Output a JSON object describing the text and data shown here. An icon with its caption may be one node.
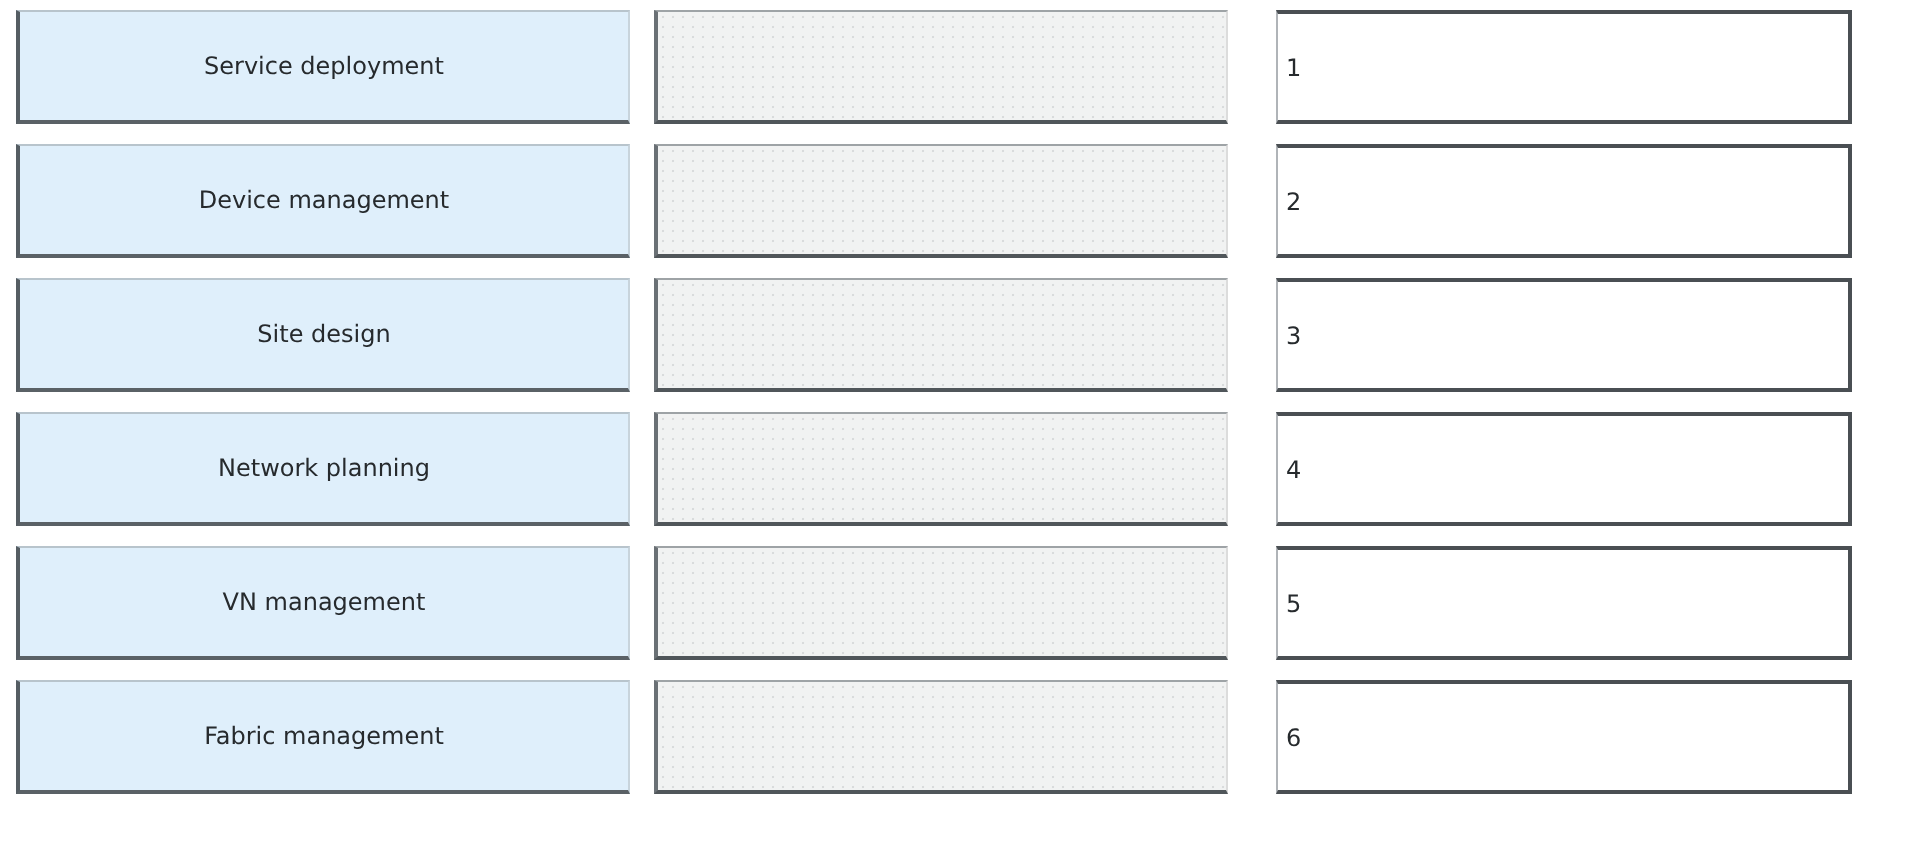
{
  "diagram": {
    "nodes": [
      {
        "text": [
          "Service deployment"
        ]
      },
      {
        "text": [],
        "shape": "box"
      },
      {
        "text": [
          "1"
        ]
      },
      {
        "text": [
          "Device management"
        ]
      },
      {
        "text": [],
        "shape": "box"
      },
      {
        "text": [
          "2"
        ]
      },
      {
        "text": [
          "Site design"
        ]
      },
      {
        "text": [],
        "shape": "box"
      },
      {
        "text": [
          "3"
        ]
      },
      {
        "text": [
          "Network planning"
        ]
      },
      {
        "text": [],
        "shape": "box"
      },
      {
        "text": [
          "4"
        ]
      },
      {
        "text": [
          "VN management"
        ]
      },
      {
        "text": [],
        "shape": "box"
      },
      {
        "text": [
          "5"
        ]
      },
      {
        "text": [
          "Fabric management"
        ]
      },
      {
        "text": [],
        "shape": "box"
      },
      {
        "text": [
          "6"
        ]
      }
    ]
  }
}
